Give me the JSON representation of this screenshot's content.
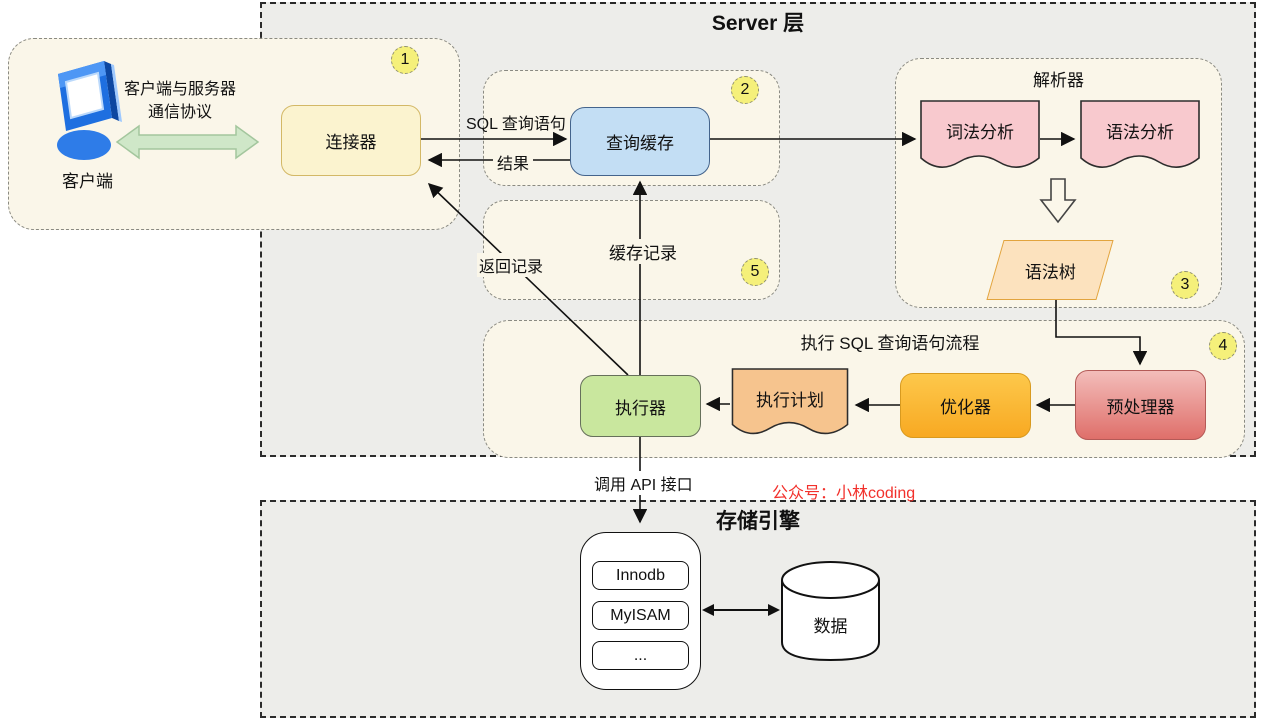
{
  "server_layer": {
    "title": "Server 层"
  },
  "storage_layer": {
    "title": "存储引擎"
  },
  "client": {
    "badge": "1",
    "icon": "client-monitor",
    "label": "客户端",
    "protocol_line1": "客户端与服务器",
    "protocol_line2": "通信协议",
    "connector_label": "连接器"
  },
  "query_cache": {
    "badge": "2",
    "label": "查询缓存"
  },
  "cache_record": {
    "badge": "5",
    "label": "缓存记录"
  },
  "parser": {
    "badge": "3",
    "title": "解析器",
    "lexical": "词法分析",
    "syntax": "语法分析",
    "syntax_tree": "语法树"
  },
  "flow": {
    "badge": "4",
    "title": "执行 SQL 查询语句流程",
    "executor": "执行器",
    "exec_plan": "执行计划",
    "optimizer": "优化器",
    "preprocessor": "预处理器"
  },
  "edges": {
    "sql_query": "SQL 查询语句",
    "result": "结果",
    "return_record": "返回记录",
    "call_api": "调用 API 接口"
  },
  "watermark": {
    "text": "公众号：小林coding",
    "color": "#F2302B"
  },
  "engines": {
    "items": [
      "Innodb",
      "MyISAM",
      "..."
    ]
  },
  "data_store": {
    "label": "数据"
  },
  "colors": {
    "layer_bg": "#EDEDEA",
    "subgroup_bg": "#FAF6E9",
    "connector_fill": "#FBF3CF",
    "query_cache_fill": "#C3DEF4",
    "doc_pink_fill": "#F8C9CE",
    "doc_orange_fill": "#F6C48E",
    "syntax_tree_fill": "#FCE2BE",
    "executor_fill": "#C9E79E",
    "optimizer_fill_top": "#FDC84B",
    "optimizer_fill_bottom": "#F8A922",
    "preprocessor_fill_top": "#F3BDBA",
    "preprocessor_fill_bottom": "#DF6F6A",
    "badge_fill": "#F5F07A",
    "green_arrow_fill": "#CFE7C8"
  }
}
